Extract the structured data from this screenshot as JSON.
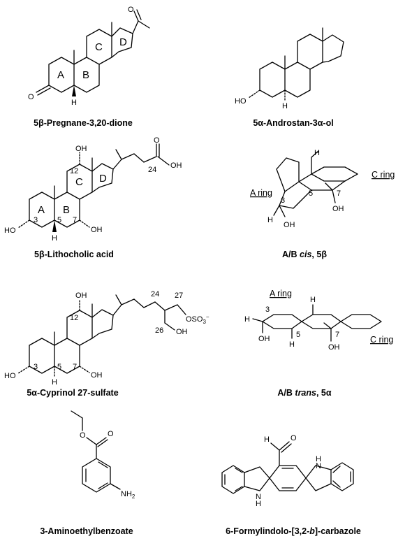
{
  "structures": [
    {
      "caption": "5β-Pregnane-3,20-dione",
      "ring_labels": [
        "A",
        "B",
        "C",
        "D"
      ],
      "atom_labels": [
        "O",
        "H",
        "O"
      ]
    },
    {
      "caption": "5α-Androstan-3α-ol",
      "atom_labels": [
        "HO",
        "H"
      ]
    },
    {
      "caption": "5β-Lithocholic acid",
      "ring_labels": [
        "A",
        "B",
        "C",
        "D"
      ],
      "atom_labels": [
        "OH",
        "OH",
        "O",
        "HO",
        "H",
        "OH"
      ],
      "numbers": [
        "12",
        "24",
        "3",
        "5",
        "7"
      ]
    },
    {
      "caption_prefix": "A/B ",
      "caption_italic": "cis",
      "caption_suffix": ", 5β",
      "ring_labels": [
        "A ring",
        "C ring"
      ],
      "atom_labels": [
        "H",
        "H",
        "OH",
        "OH"
      ],
      "numbers": [
        "3",
        "5",
        "7"
      ]
    },
    {
      "caption": "5α-Cyprinol 27-sulfate",
      "atom_labels": [
        "OH",
        "OSO",
        "3",
        "−",
        "OH",
        "HO",
        "H",
        "OH"
      ],
      "numbers": [
        "12",
        "24",
        "27",
        "26",
        "3",
        "5",
        "7"
      ]
    },
    {
      "caption_prefix": "A/B ",
      "caption_italic": "trans",
      "caption_suffix": ", 5α",
      "ring_labels": [
        "A ring",
        "C ring"
      ],
      "atom_labels": [
        "H",
        "H",
        "OH",
        "H",
        "OH"
      ],
      "numbers": [
        "3",
        "5",
        "7"
      ]
    },
    {
      "caption": "3-Aminoethylbenzoate",
      "atom_labels": [
        "O",
        "O",
        "NH",
        "2"
      ]
    },
    {
      "caption_prefix": "6-Formylindolo-[3,2-",
      "caption_italic": "b",
      "caption_suffix": "]-carbazole",
      "atom_labels": [
        "H",
        "O",
        "H",
        "N",
        "N",
        "H"
      ]
    }
  ]
}
